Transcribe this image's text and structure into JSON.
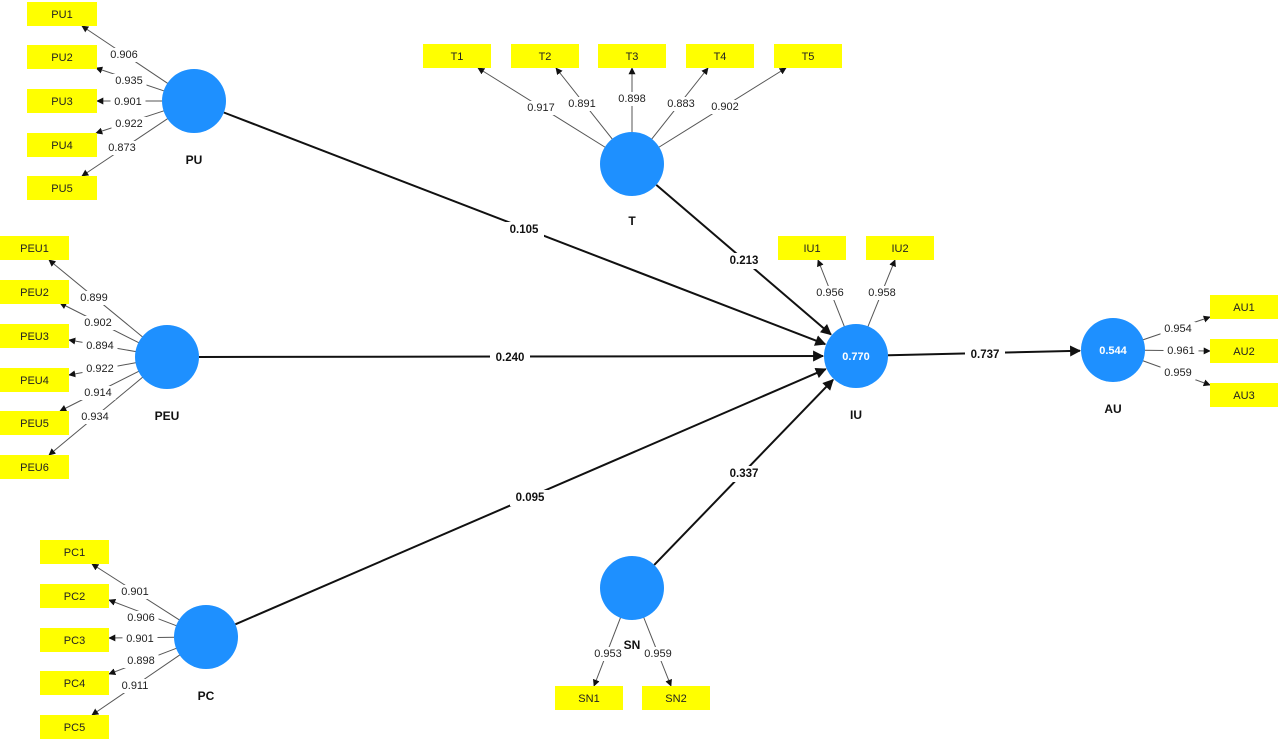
{
  "colors": {
    "construct": "#1e90ff",
    "indicator": "#ffff00",
    "line": "#111111",
    "loading_line": "#555555"
  },
  "constructs": [
    {
      "id": "PU",
      "name": "PU",
      "r2": ""
    },
    {
      "id": "T",
      "name": "T",
      "r2": ""
    },
    {
      "id": "PEU",
      "name": "PEU",
      "r2": ""
    },
    {
      "id": "IU",
      "name": "IU",
      "r2": "0.770"
    },
    {
      "id": "AU",
      "name": "AU",
      "r2": "0.544"
    },
    {
      "id": "PC",
      "name": "PC",
      "r2": ""
    },
    {
      "id": "SN",
      "name": "SN",
      "r2": ""
    }
  ],
  "indicators": [
    {
      "id": "PU1",
      "construct": "PU",
      "loading": "0.906"
    },
    {
      "id": "PU2",
      "construct": "PU",
      "loading": "0.935"
    },
    {
      "id": "PU3",
      "construct": "PU",
      "loading": "0.901"
    },
    {
      "id": "PU4",
      "construct": "PU",
      "loading": "0.922"
    },
    {
      "id": "PU5",
      "construct": "PU",
      "loading": "0.873"
    },
    {
      "id": "T1",
      "construct": "T",
      "loading": "0.917"
    },
    {
      "id": "T2",
      "construct": "T",
      "loading": "0.891"
    },
    {
      "id": "T3",
      "construct": "T",
      "loading": "0.898"
    },
    {
      "id": "T4",
      "construct": "T",
      "loading": "0.883"
    },
    {
      "id": "T5",
      "construct": "T",
      "loading": "0.902"
    },
    {
      "id": "PEU1",
      "construct": "PEU",
      "loading": "0.899"
    },
    {
      "id": "PEU2",
      "construct": "PEU",
      "loading": "0.902"
    },
    {
      "id": "PEU3",
      "construct": "PEU",
      "loading": "0.894"
    },
    {
      "id": "PEU4",
      "construct": "PEU",
      "loading": "0.922"
    },
    {
      "id": "PEU5",
      "construct": "PEU",
      "loading": "0.914"
    },
    {
      "id": "PEU6",
      "construct": "PEU",
      "loading": "0.934"
    },
    {
      "id": "IU1",
      "construct": "IU",
      "loading": "0.956"
    },
    {
      "id": "IU2",
      "construct": "IU",
      "loading": "0.958"
    },
    {
      "id": "AU1",
      "construct": "AU",
      "loading": "0.954"
    },
    {
      "id": "AU2",
      "construct": "AU",
      "loading": "0.961"
    },
    {
      "id": "AU3",
      "construct": "AU",
      "loading": "0.959"
    },
    {
      "id": "PC1",
      "construct": "PC",
      "loading": "0.901"
    },
    {
      "id": "PC2",
      "construct": "PC",
      "loading": "0.906"
    },
    {
      "id": "PC3",
      "construct": "PC",
      "loading": "0.901"
    },
    {
      "id": "PC4",
      "construct": "PC",
      "loading": "0.898"
    },
    {
      "id": "PC5",
      "construct": "PC",
      "loading": "0.911"
    },
    {
      "id": "SN1",
      "construct": "SN",
      "loading": "0.953"
    },
    {
      "id": "SN2",
      "construct": "SN",
      "loading": "0.959"
    }
  ],
  "paths": [
    {
      "from": "PU",
      "to": "IU",
      "coef": "0.105"
    },
    {
      "from": "T",
      "to": "IU",
      "coef": "0.213"
    },
    {
      "from": "PEU",
      "to": "IU",
      "coef": "0.240"
    },
    {
      "from": "PC",
      "to": "IU",
      "coef": "0.095"
    },
    {
      "from": "SN",
      "to": "IU",
      "coef": "0.337"
    },
    {
      "from": "IU",
      "to": "AU",
      "coef": "0.737"
    }
  ]
}
